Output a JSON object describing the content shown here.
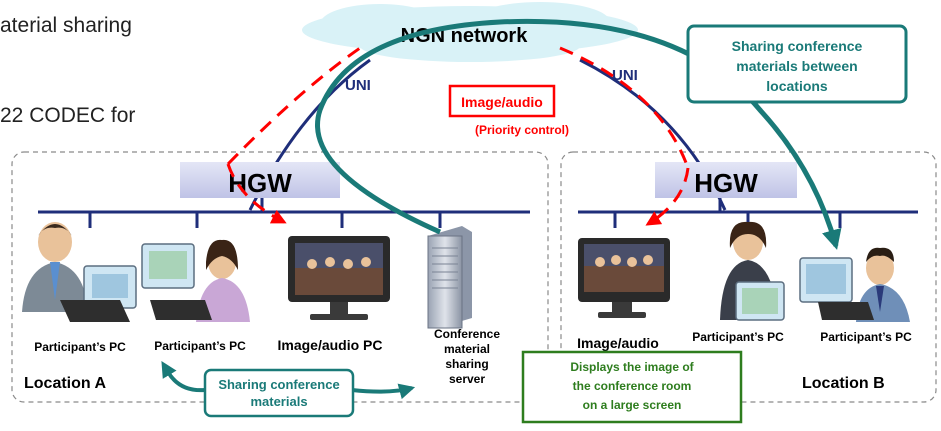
{
  "intro": {
    "line1": "aterial sharing",
    "line2": "22 CODEC for"
  },
  "network": {
    "label": "NGN network"
  },
  "uni": {
    "left": "UNI",
    "right": "UNI"
  },
  "image_audio_box": {
    "label": "Image/audio",
    "priority": "(Priority control)"
  },
  "sharing_between_locations": {
    "lines": [
      "Sharing conference",
      "materials between",
      "locations"
    ]
  },
  "location_a": {
    "name": "Location A",
    "hgw": "HGW",
    "devices": [
      {
        "label": "Participant’s PC"
      },
      {
        "label": "Participant’s PC"
      },
      {
        "label": "Image/audio PC"
      }
    ],
    "server": {
      "lines": [
        "Conference",
        "material",
        "sharing",
        "server"
      ]
    },
    "sharing_box": {
      "lines": [
        "Sharing conference",
        "materials"
      ]
    }
  },
  "location_b": {
    "name": "Location B",
    "hgw": "HGW",
    "devices": [
      {
        "label": "Image/audio"
      },
      {
        "label": "Participant’s PC"
      },
      {
        "label": "Participant’s PC"
      }
    ]
  },
  "display_box": {
    "lines": [
      "Displays the image of",
      "the conference room",
      "on a large screen"
    ]
  },
  "colors": {
    "teal": "#1a7a78",
    "red": "#ff0000",
    "navy": "#1f2e7a",
    "green": "#2e7d1e",
    "cloud": "#d9f2f7",
    "hgw": "#cdd0ec"
  }
}
